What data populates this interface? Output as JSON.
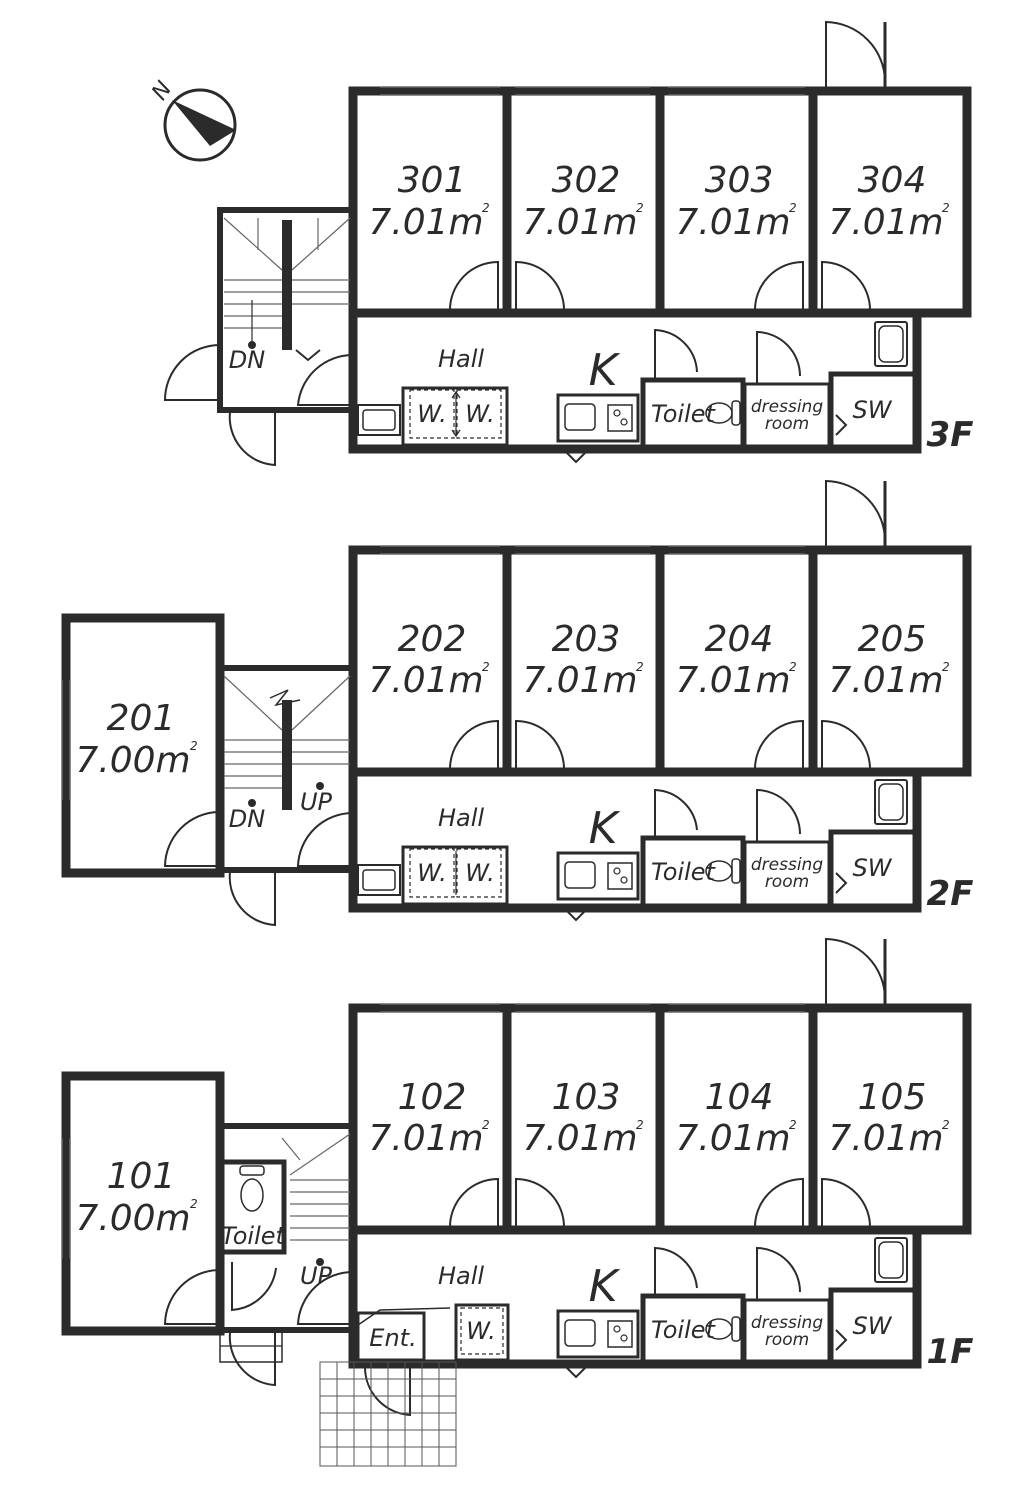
{
  "compass": {
    "label": "N"
  },
  "floors": [
    {
      "id": "3F",
      "label": "3F",
      "rooms": [
        {
          "number": "301",
          "area": "7.01m",
          "unit": "2"
        },
        {
          "number": "302",
          "area": "7.01m",
          "unit": "2"
        },
        {
          "number": "303",
          "area": "7.01m",
          "unit": "2"
        },
        {
          "number": "304",
          "area": "7.01m",
          "unit": "2"
        }
      ],
      "hall": "Hall",
      "kitchen": "K",
      "toilet": "Toilet",
      "dressing": [
        "dressing",
        "room"
      ],
      "sw": "SW",
      "washers": [
        "W.",
        "W."
      ],
      "stairs": [
        "DN"
      ]
    },
    {
      "id": "2F",
      "label": "2F",
      "side_room": {
        "number": "201",
        "area": "7.00m",
        "unit": "2"
      },
      "rooms": [
        {
          "number": "202",
          "area": "7.01m",
          "unit": "2"
        },
        {
          "number": "203",
          "area": "7.01m",
          "unit": "2"
        },
        {
          "number": "204",
          "area": "7.01m",
          "unit": "2"
        },
        {
          "number": "205",
          "area": "7.01m",
          "unit": "2"
        }
      ],
      "hall": "Hall",
      "kitchen": "K",
      "toilet": "Toilet",
      "dressing": [
        "dressing",
        "room"
      ],
      "sw": "SW",
      "washers": [
        "W.",
        "W."
      ],
      "stairs": [
        "DN",
        "UP"
      ]
    },
    {
      "id": "1F",
      "label": "1F",
      "side_room": {
        "number": "101",
        "area": "7.00m",
        "unit": "2"
      },
      "rooms": [
        {
          "number": "102",
          "area": "7.01m",
          "unit": "2"
        },
        {
          "number": "103",
          "area": "7.01m",
          "unit": "2"
        },
        {
          "number": "104",
          "area": "7.01m",
          "unit": "2"
        },
        {
          "number": "105",
          "area": "7.01m",
          "unit": "2"
        }
      ],
      "hall": "Hall",
      "kitchen": "K",
      "toilet": "Toilet",
      "side_toilet": "Toilet",
      "dressing": [
        "dressing",
        "room"
      ],
      "sw": "SW",
      "washers": [
        "W."
      ],
      "entrance": "Ent.",
      "stairs": [
        "UP"
      ]
    }
  ],
  "colors": {
    "wall": "#2b2b2b",
    "line": "#555555",
    "background": "#ffffff"
  }
}
